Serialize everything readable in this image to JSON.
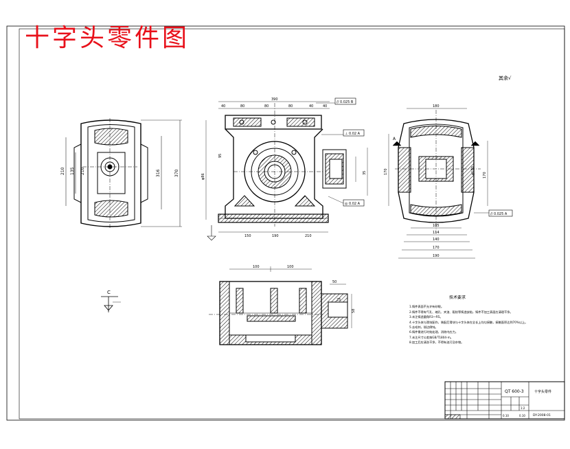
{
  "drawing": {
    "title": "十字头零件图",
    "colors": {
      "title": "#e8101a",
      "lines": "#000000",
      "hatch": "#000000",
      "background": "#ffffff"
    }
  },
  "roughness_note": "其余√",
  "front_view": {
    "dims": [
      "210",
      "135",
      "210",
      "316",
      "370"
    ]
  },
  "main_view": {
    "dims_top": [
      "390",
      "40",
      "80",
      "80",
      "80",
      "40",
      "40",
      "150",
      "190",
      "210"
    ],
    "dims_left": [
      "φ86",
      "95",
      "35"
    ],
    "tolerance_frames": [
      "// 0.025 B",
      "⊥ 0.02 A",
      "◎ 0.02 A"
    ]
  },
  "side_view": {
    "dims": [
      "180",
      "170",
      "105",
      "114",
      "140",
      "170",
      "190",
      "170",
      "φ100"
    ],
    "tolerance_frame": "// 0.025 A",
    "labels": [
      "A"
    ]
  },
  "bottom_view": {
    "dims": [
      "100",
      "100",
      "50",
      "25",
      "58"
    ]
  },
  "section_c": {
    "label": "C"
  },
  "tech_notes": {
    "title": "技术要求",
    "items": [
      "1.铸件表面不允许有砂眼。",
      "2.铸件不得有气孔、缩孔、夹渣、裂纹等铸造缺陷，铸件不加工表面应清理干净。",
      "3.未注铸造圆角R3～R5。",
      "4.十字头体与滑块配作，装配后滑块与十字头体在全长上均匀接触，接触面积达到70%以上。",
      "5.去毛刺，锐边倒钝。",
      "6.铸件需进行时效处理，消除内应力。",
      "7.未注尺寸公差按GB/T1804-m。",
      "8.加工后应清洗干净，不得有油污及杂物。"
    ]
  },
  "title_block": {
    "material": "QT 600-3",
    "part_name": "十字头零件",
    "drawing_no": "DY-2008-01",
    "scale": "1:2",
    "weight": "0.10",
    "sheet": "0.10"
  }
}
